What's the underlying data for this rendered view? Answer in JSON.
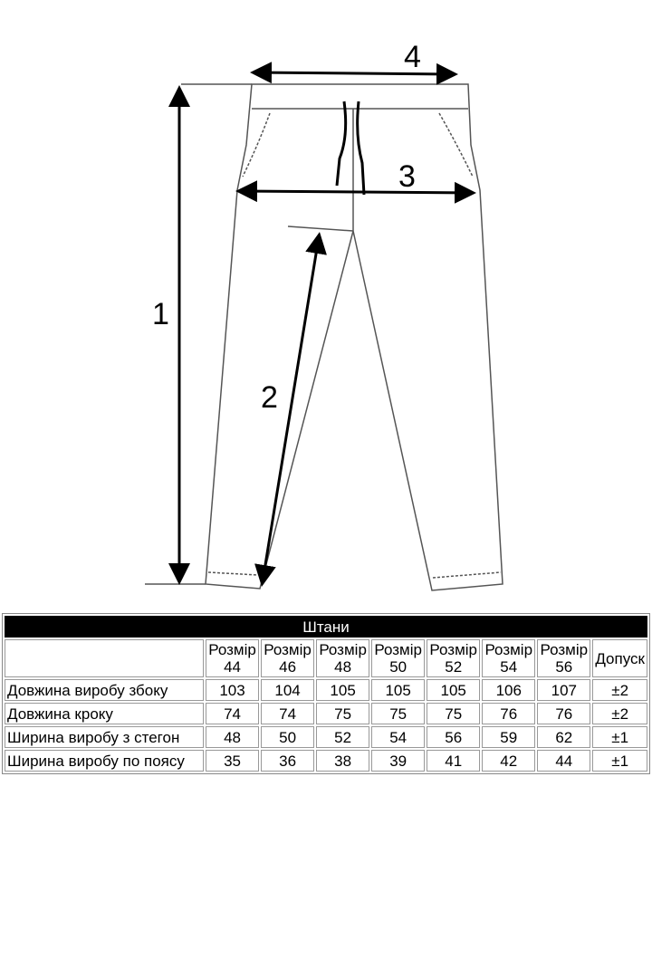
{
  "diagram": {
    "labels": [
      "1",
      "2",
      "3",
      "4"
    ]
  },
  "table": {
    "title": "Штани",
    "headers": [
      "Розмір 44",
      "Розмір 46",
      "Розмір 48",
      "Розмір 50",
      "Розмір 52",
      "Розмір 54",
      "Розмір 56",
      "Допуск"
    ],
    "rows": [
      {
        "name": "Довжина виробу збоку",
        "values": [
          "103",
          "104",
          "105",
          "105",
          "105",
          "106",
          "107",
          "±2"
        ]
      },
      {
        "name": "Довжина кроку",
        "values": [
          "74",
          "74",
          "75",
          "75",
          "75",
          "76",
          "76",
          "±2"
        ]
      },
      {
        "name": "Ширина виробу з стегон",
        "values": [
          "48",
          "50",
          "52",
          "54",
          "56",
          "59",
          "62",
          "±1"
        ]
      },
      {
        "name": "Ширина виробу по поясу",
        "values": [
          "35",
          "36",
          "38",
          "39",
          "41",
          "42",
          "44",
          "±1"
        ]
      }
    ]
  }
}
